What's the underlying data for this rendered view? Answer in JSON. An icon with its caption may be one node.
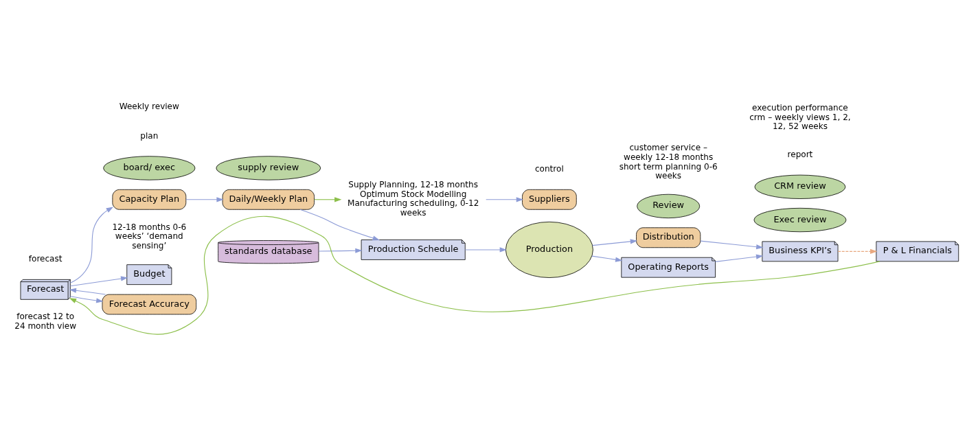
{
  "diagram": {
    "nodes": [
      {
        "text": [
          "Forecast"
        ],
        "beside": [
          "forecast 12 to 24 month view"
        ]
      },
      {
        "text": [
          "Forecast Accuracy"
        ]
      },
      {
        "text": [
          "Capacity Plan"
        ],
        "beside": [
          "12-18 months 0-6 weeks’ ‘demand sensing’"
        ]
      },
      {
        "text": [
          "Daily/Weekly Plan"
        ]
      },
      {
        "text": [
          "Production Schedule"
        ]
      },
      {
        "text": [
          "standards database"
        ]
      },
      {
        "text": [
          "Production"
        ]
      },
      {
        "text": [
          "Operating Reports"
        ]
      },
      {
        "text": [
          "Distribution"
        ]
      },
      {
        "text": [
          "Business KPI’s"
        ]
      },
      {
        "text": [
          "P & L Financials"
        ]
      },
      {
        "text": [
          "Budget"
        ]
      },
      {
        "text": [
          "board/ exec"
        ]
      },
      {
        "text": [
          "supply review"
        ]
      },
      {
        "text": [
          "Review"
        ]
      },
      {
        "text": [
          "Exec review"
        ]
      },
      {
        "text": [
          "CRM review"
        ]
      },
      {
        "text": [
          "Suppliers"
        ]
      },
      {
        "text": [
          "Supply Planning, 12-18 months Optimum Stock Modelling Manufacturing scheduling, 0-12 weeks"
        ]
      }
    ],
    "edges": [
      {
        "from": 1,
        "to": 0,
        "arrow": "to"
      },
      {
        "from": 0,
        "to": 1,
        "arrow": "to"
      },
      {
        "from": 0,
        "to": 11,
        "arrow": "to"
      },
      {
        "from": 0,
        "to": 2,
        "arrow": "to"
      },
      {
        "from": 2,
        "to": 3,
        "arrow": "to"
      },
      {
        "from": 3,
        "to": 4,
        "arrow": "to"
      },
      {
        "from": 3,
        "to": 18,
        "arrow": "to",
        "color": "#8cbf4a"
      },
      {
        "from": 18,
        "to": 17,
        "arrow": "to"
      },
      {
        "from": 5,
        "to": 4,
        "arrow": "to"
      },
      {
        "from": 4,
        "to": 6,
        "arrow": "to"
      },
      {
        "from": 6,
        "to": 7,
        "arrow": "to"
      },
      {
        "from": 6,
        "to": 8,
        "arrow": "to"
      },
      {
        "from": 7,
        "to": 9,
        "arrow": "to"
      },
      {
        "from": 8,
        "to": 9,
        "arrow": "to"
      },
      {
        "from": 9,
        "to": 10,
        "arrow": "to",
        "style": "dashed",
        "color": "#e8a880"
      },
      {
        "from": 10,
        "to": 0,
        "arrow": "to",
        "color": "#8cbf4a"
      }
    ],
    "labels": [
      "forecast",
      "plan",
      "control",
      "report",
      "Weekly review",
      "execution performance crm – weekly views 1, 2, 12, 52 weeks",
      "customer service – weekly 12-18 months short term planning 0-6 weeks"
    ]
  }
}
